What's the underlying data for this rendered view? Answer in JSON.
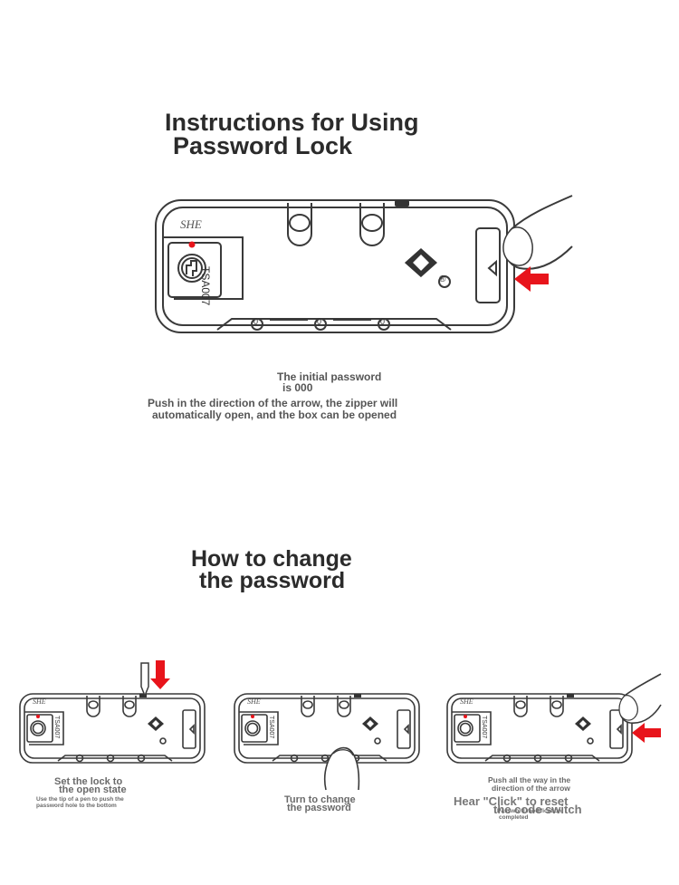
{
  "section1": {
    "title_line1": "Instructions for Using",
    "title_line2": "Password Lock",
    "initial_line1": "The initial password",
    "initial_line2": "is 000",
    "push_line1": "Push in the direction of the arrow, the zipper will",
    "push_line2": "automatically open, and the box can be opened"
  },
  "lock": {
    "brand": "SHE",
    "model": "TSA007",
    "registered": "®",
    "dial_digits": [
      "0",
      "0",
      "0"
    ]
  },
  "section2": {
    "title_line1": "How to change",
    "title_line2": "the password",
    "step1_line1": "Set the lock to",
    "step1_line2": "the open state",
    "step1_note_line1": "Use the tip of a pen to push the",
    "step1_note_line2": "password hole to the bottom",
    "step2_line1": "Turn to change",
    "step2_line2": "the password",
    "step3_top_line1": "Push all the way in the",
    "step3_top_line2": "direction of the arrow",
    "step3_main_line1": "Hear \"Click\" to reset",
    "step3_main_line2": "the code switch",
    "step3_small_line1": "Password modification",
    "step3_small_line2": "completed"
  },
  "colors": {
    "arrow_red": "#e8141b",
    "line": "#3a3a3a",
    "heading": "#2b2b2b",
    "caption": "#6a6a6a"
  }
}
